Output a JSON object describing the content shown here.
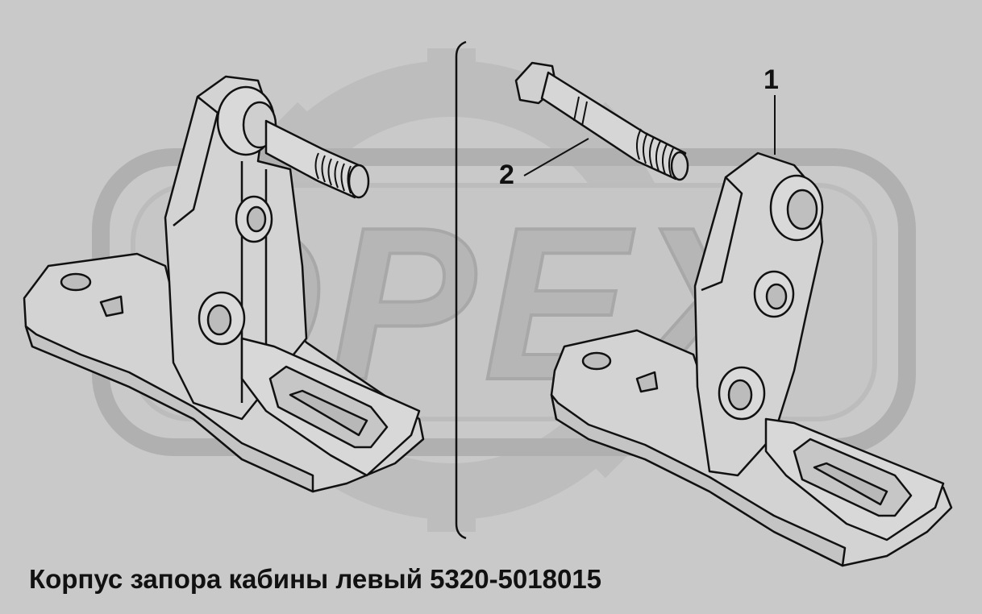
{
  "watermark": {
    "text": "OPEX",
    "color": "#b2b2b2"
  },
  "callouts": {
    "part_1": "1",
    "part_2": "2"
  },
  "caption": "Корпус запора кабины левый 5320-5018015",
  "colors": {
    "background": "#c9c9c9",
    "line": "#111111",
    "part_fill": "#d3d3d3"
  }
}
